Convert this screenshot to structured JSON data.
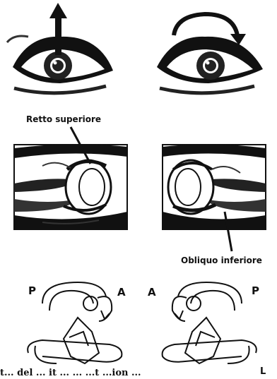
{
  "labels": {
    "retto_superiore": "Retto superiore",
    "obliquo_inferiore": "Obliquo inferiore",
    "p_left": "P",
    "a_left": "A",
    "a_right": "A",
    "p_right": "P",
    "l_right": "L"
  },
  "caption": "t... del ... it ...  ... ...t ...ion ..."
}
